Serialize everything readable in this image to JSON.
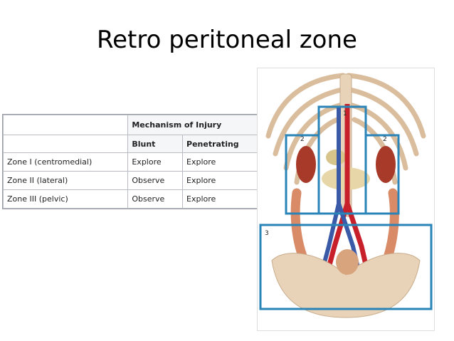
{
  "slide": {
    "title": "Retro peritoneal zone"
  },
  "table": {
    "group_header": "Mechanism of Injury",
    "columns": [
      "Blunt",
      "Penetrating"
    ],
    "rows": [
      {
        "zone": "Zone I (centromedial)",
        "blunt": "Explore",
        "penetrating": "Explore"
      },
      {
        "zone": "Zone II (lateral)",
        "blunt": "Observe",
        "penetrating": "Explore"
      },
      {
        "zone": "Zone III (pelvic)",
        "blunt": "Observe",
        "penetrating": "Explore"
      }
    ]
  },
  "figure": {
    "zone_labels": [
      "1",
      "2",
      "2",
      "3"
    ],
    "colors": {
      "zone_outline": "#2a84b8",
      "artery": "#c8202a",
      "vein": "#3a5aa8",
      "bone": "#e8d2b8",
      "kidney": "#a83a2a",
      "bowel": "#d98a66"
    }
  }
}
